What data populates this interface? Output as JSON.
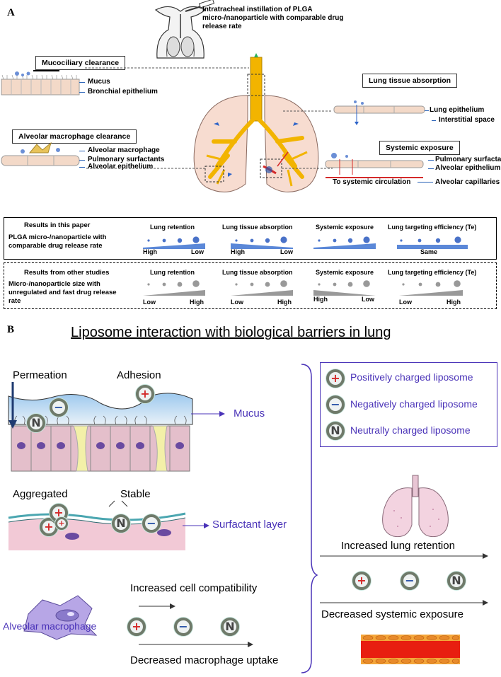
{
  "panel_a": {
    "letter": "A",
    "instillation_text": "Intratracheal instillation of PLGA micro-/nanoparticle with comparable drug release rate",
    "mucociliary": {
      "title": "Mucociliary clearance",
      "mucus": "Mucus",
      "bronchial": "Bronchial epithelium"
    },
    "alveolar_macrophage": {
      "title": "Alveolar macrophage clearance",
      "macrophage": "Alveolar macrophage",
      "surfactants": "Pulmonary surfactants",
      "epithelium": "Alveolar epithelium"
    },
    "lung_tissue": {
      "title": "Lung tissue absorption",
      "epithelium": "Lung epithelium",
      "interstitial": "Interstitial space"
    },
    "systemic": {
      "title": "Systemic exposure",
      "surfactants": "Pulmonary surfactants",
      "epithelium": "Alveolar epithelium",
      "circulation": "To systemic circulation",
      "capillaries": "Alveolar capillaries"
    },
    "results_paper": {
      "title": "Results in this paper",
      "desc": "PLGA micro-/nanoparticle with comparable drug release rate",
      "cols": [
        {
          "name": "Lung retention",
          "left": "High",
          "right": "Low"
        },
        {
          "name": "Lung tissue absorption",
          "left": "High",
          "right": "Low"
        },
        {
          "name": "Systemic exposure",
          "left": "",
          "right": ""
        },
        {
          "name": "Lung targeting efficiency (Te)",
          "center": "Same"
        }
      ]
    },
    "results_other": {
      "title": "Results from other studies",
      "desc": "Micro-/nanoparticle size with unregulated and fast drug release rate",
      "cols": [
        {
          "name": "Lung retention",
          "left": "Low",
          "right": "High"
        },
        {
          "name": "Lung tissue absorption",
          "left": "Low",
          "right": "High"
        },
        {
          "name": "Systemic exposure",
          "left": "High",
          "right": "Low"
        },
        {
          "name": "Lung targeting efficiency (Te)",
          "left": "Low",
          "right": "High"
        }
      ]
    }
  },
  "panel_b": {
    "letter": "B",
    "title": "Liposome interaction with biological barriers in lung",
    "permeation": "Permeation",
    "adhesion": "Adhesion",
    "mucus": "Mucus",
    "aggregated": "Aggregated",
    "stable": "Stable",
    "surfactant": "Surfactant layer",
    "macrophage": "Alveolar macrophage",
    "increased_compat": "Increased cell compatibility",
    "decreased_uptake": "Decreased macrophage uptake",
    "legend": [
      {
        "symbol": "+",
        "label": "Positively charged liposome"
      },
      {
        "symbol": "−",
        "label": "Negatively charged liposome"
      },
      {
        "symbol": "N",
        "label": "Neutrally charged liposome"
      }
    ],
    "increased_retention": "Increased lung retention",
    "decreased_systemic": "Decreased  systemic exposure",
    "colors": {
      "positive": "#d42a2a",
      "negative": "#2c55a8",
      "neutral": "#444444",
      "label_blue": "#4a33b8"
    }
  }
}
